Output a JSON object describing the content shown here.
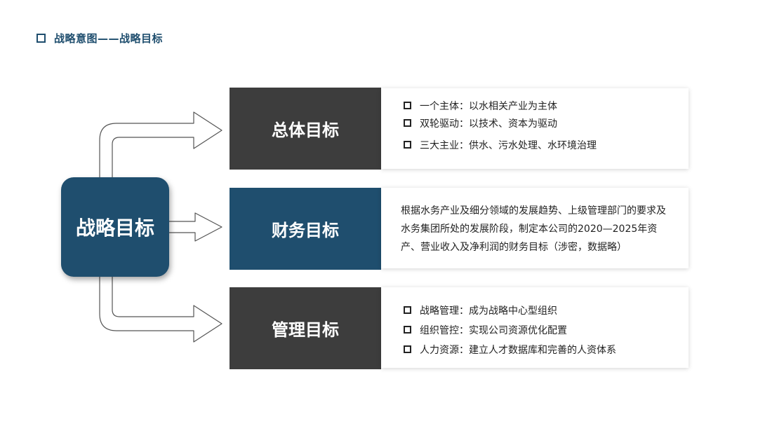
{
  "header": {
    "title": "战略意图——战略目标"
  },
  "center": {
    "label": "战略目标"
  },
  "colors": {
    "navy": "#1f4e6e",
    "dark_gray": "#3d3d3d"
  },
  "goals": [
    {
      "label": "总体目标",
      "items": [
        "一个主体：以水相关产业为主体",
        "双轮驱动：以技术、资本为驱动",
        "三大主业：供水、污水处理、水环境治理"
      ]
    },
    {
      "label": "财务目标",
      "text": "根据水务产业及细分领域的发展趋势、上级管理部门的要求及水务集团所处的发展阶段，制定本公司的2020—2025年资产、营业收入及净利润的财务目标（涉密，数据略）"
    },
    {
      "label": "管理目标",
      "items": [
        "战略管理：成为战略中心型组织",
        "组织管控：实现公司资源优化配置",
        "人力资源：建立人才数据库和完善的人资体系"
      ]
    }
  ]
}
